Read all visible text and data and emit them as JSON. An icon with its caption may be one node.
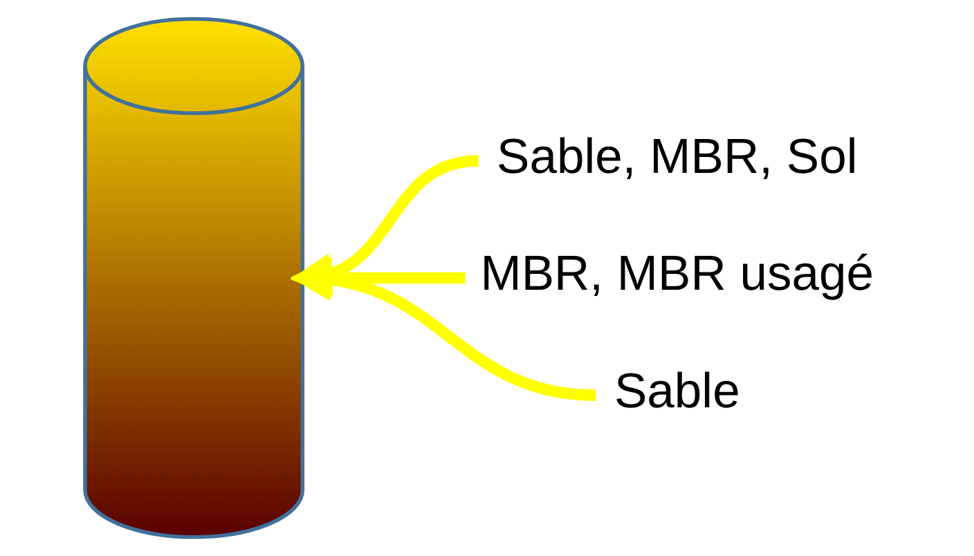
{
  "diagram": {
    "nodes": [
      {
        "text": [],
        "shape": "cylinder"
      },
      {
        "text": [
          "Sable, MBR, Sol"
        ]
      },
      {
        "text": [
          "MBR, MBR usagé"
        ]
      },
      {
        "text": [
          "Sable"
        ]
      }
    ],
    "edges": [
      {
        "from": 1,
        "to": 0,
        "arrow": "to"
      },
      {
        "from": 2,
        "to": 0,
        "arrow": "to"
      },
      {
        "from": 3,
        "to": 0,
        "arrow": "to"
      }
    ]
  }
}
